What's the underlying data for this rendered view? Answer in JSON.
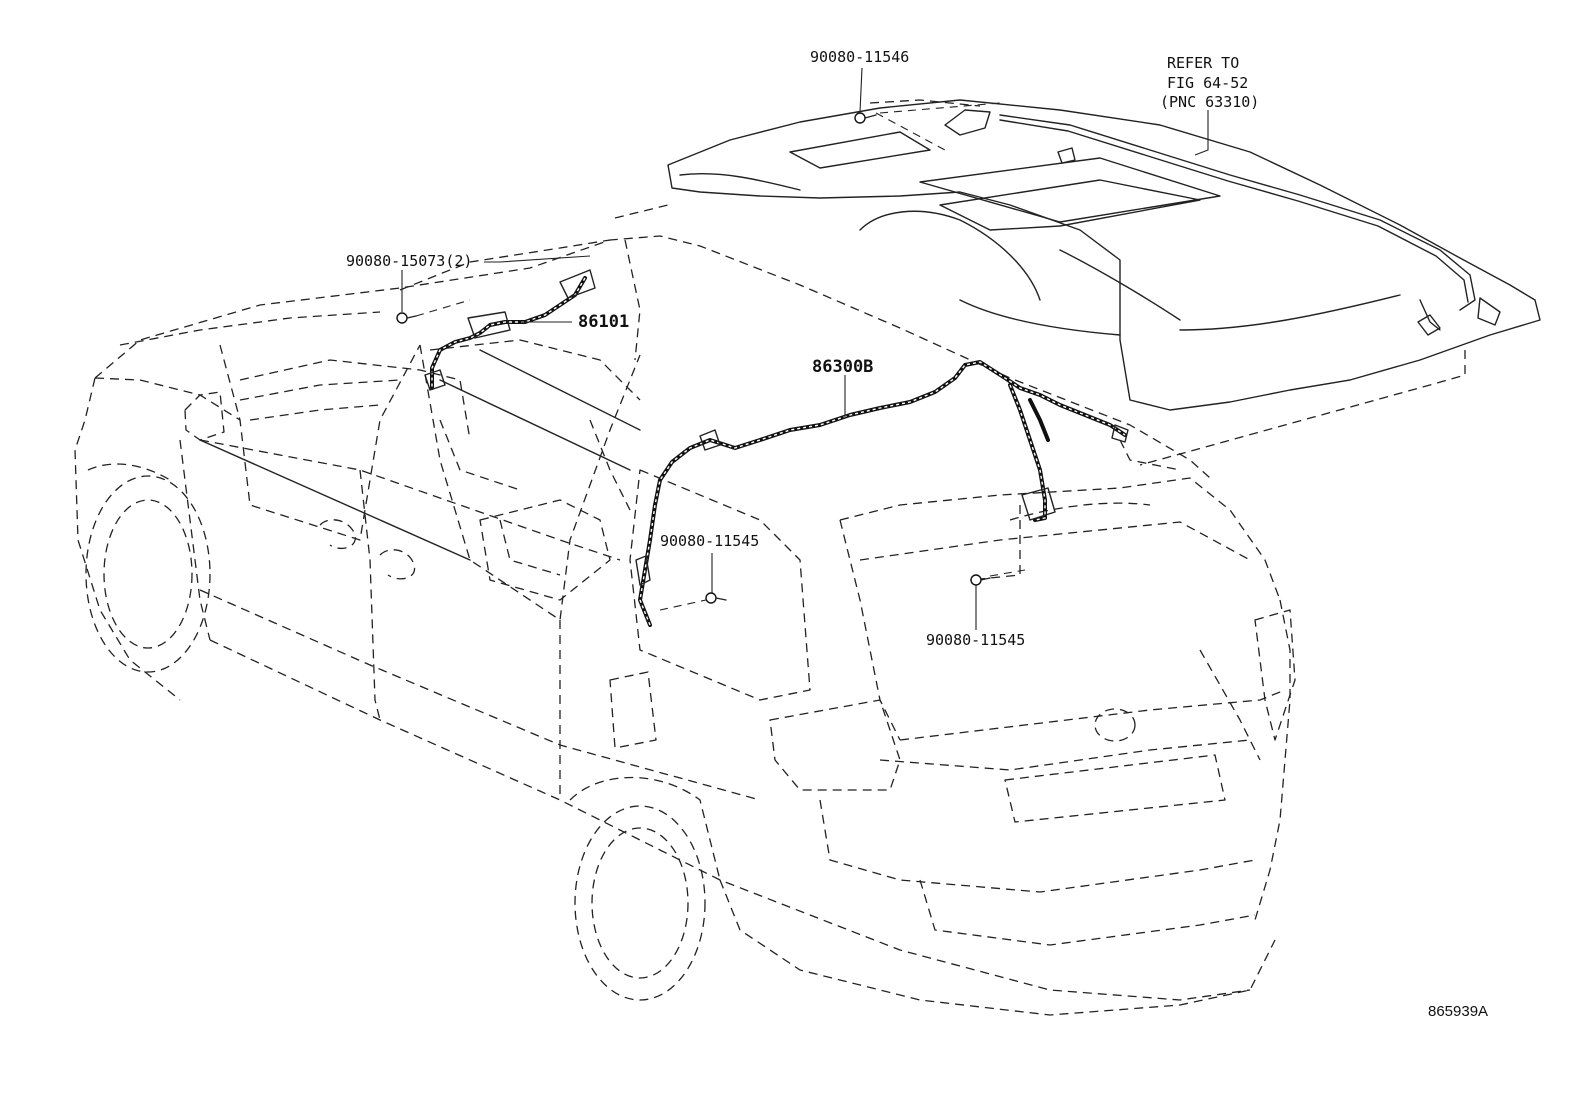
{
  "labels": {
    "refer_line1": "REFER TO",
    "refer_line2": "FIG 64-52",
    "refer_line3": "(PNC 63310)",
    "bolt_roof": "90080-11546",
    "bolt_front": "90080-15073(2)",
    "part_front_harness": "86101",
    "part_main_harness": "86300B",
    "bolt_mid": "90080-11545",
    "bolt_rear": "90080-11545",
    "figure_id": "865939A"
  }
}
